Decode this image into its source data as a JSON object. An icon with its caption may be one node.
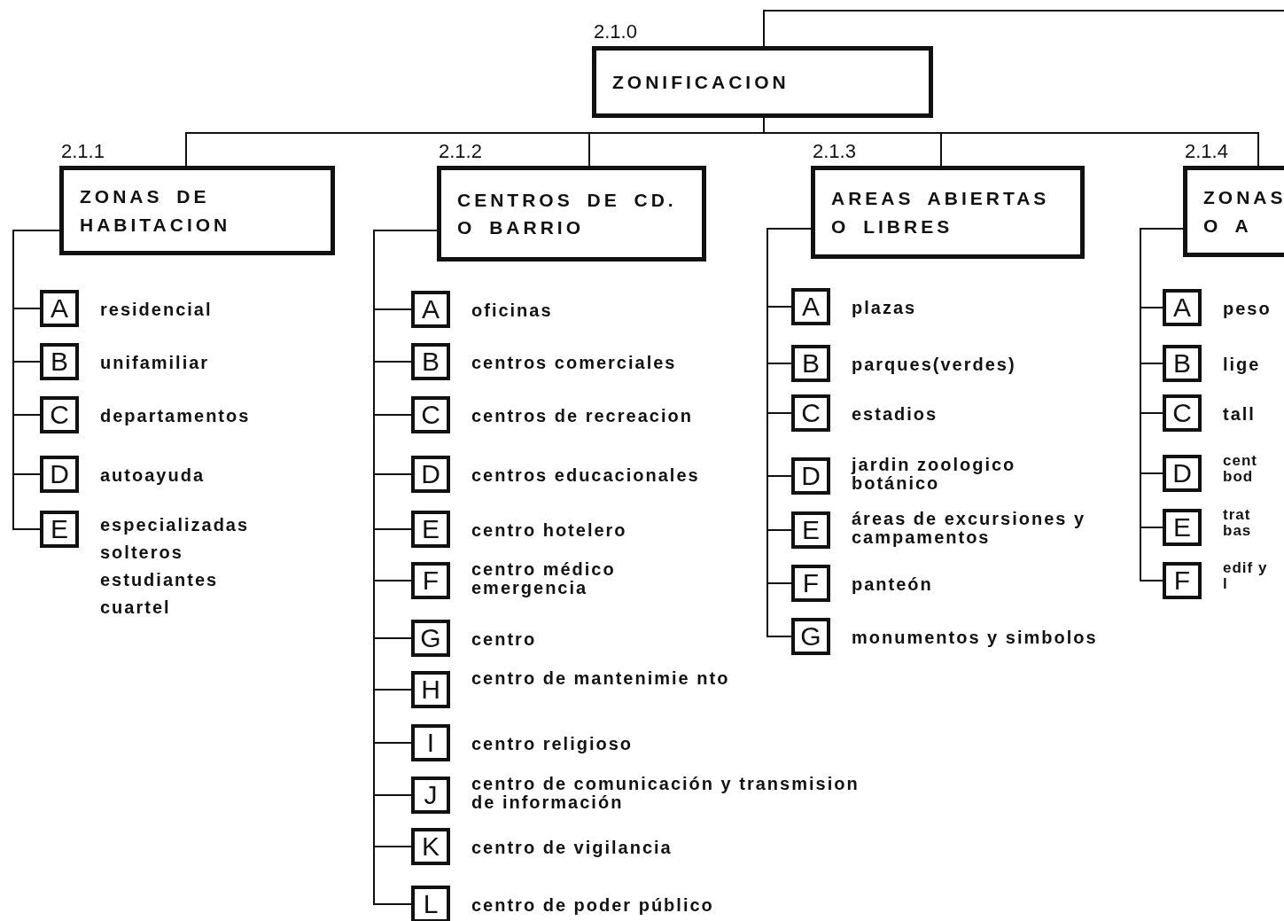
{
  "diagram": {
    "nodes": [
      {
        "text": [
          "2.1.0",
          "ZONIFICACION"
        ]
      },
      {
        "text": [
          "2.1.1",
          "ZONAS DE HABITACION"
        ]
      },
      {
        "text": [
          "A"
        ],
        "beside": [
          "residencial"
        ]
      },
      {
        "text": [
          "B"
        ],
        "beside": [
          "unifamiliar"
        ]
      },
      {
        "text": [
          "C"
        ],
        "beside": [
          "departamentos"
        ]
      },
      {
        "text": [
          "D"
        ],
        "beside": [
          "autoayuda"
        ]
      },
      {
        "text": [
          "E"
        ],
        "beside": [
          "especializadas",
          "solteros",
          "estudiantes",
          "cuartel"
        ]
      },
      {
        "text": [
          "2.1.2",
          "CENTROS DE CD. O BARRIO"
        ]
      },
      {
        "text": [
          "A"
        ],
        "beside": [
          "oficinas"
        ]
      },
      {
        "text": [
          "B"
        ],
        "beside": [
          "centros comerciales"
        ]
      },
      {
        "text": [
          "C"
        ],
        "beside": [
          "centros de recreacion"
        ]
      },
      {
        "text": [
          "D"
        ],
        "beside": [
          "centros educacionales"
        ]
      },
      {
        "text": [
          "E"
        ],
        "beside": [
          "centro hotelero"
        ]
      },
      {
        "text": [
          "F"
        ],
        "beside": [
          "centro médico emergencia"
        ]
      },
      {
        "text": [
          "G"
        ],
        "beside": [
          "centro"
        ]
      },
      {
        "text": [
          "H"
        ],
        "beside": [
          "centro de mantenimie nto"
        ]
      },
      {
        "text": [
          "I"
        ],
        "beside": [
          "centro religioso"
        ]
      },
      {
        "text": [
          "J"
        ],
        "beside": [
          "centro de comunicación y transmision de información"
        ]
      },
      {
        "text": [
          "K"
        ],
        "beside": [
          "centro de vigilancia"
        ]
      },
      {
        "text": [
          "L"
        ],
        "beside": [
          "centro de poder público"
        ]
      },
      {
        "text": [
          "2.1.3",
          "AREAS ABIERTAS O LIBRES"
        ]
      },
      {
        "text": [
          "A"
        ],
        "beside": [
          "plazas"
        ]
      },
      {
        "text": [
          "B"
        ],
        "beside": [
          "parques(verdes)"
        ]
      },
      {
        "text": [
          "C"
        ],
        "beside": [
          "estadios"
        ]
      },
      {
        "text": [
          "D"
        ],
        "beside": [
          "jardin zoologico botánico"
        ]
      },
      {
        "text": [
          "E"
        ],
        "beside": [
          "áreas de excursiones y campamentos"
        ]
      },
      {
        "text": [
          "F"
        ],
        "beside": [
          "panteón"
        ]
      },
      {
        "text": [
          "G"
        ],
        "beside": [
          "monumentos y simbolos"
        ]
      },
      {
        "text": [
          "2.1.4",
          "ZONAS O A"
        ]
      },
      {
        "text": [
          "A"
        ],
        "beside": [
          "peso"
        ]
      },
      {
        "text": [
          "B"
        ],
        "beside": [
          "lige"
        ]
      },
      {
        "text": [
          "C"
        ],
        "beside": [
          "tall"
        ]
      },
      {
        "text": [
          "D"
        ],
        "beside": [
          "cent bod"
        ]
      },
      {
        "text": [
          "E"
        ],
        "beside": [
          "trat bas"
        ]
      },
      {
        "text": [
          "F"
        ],
        "beside": [
          "edif y l"
        ]
      }
    ],
    "edges": [
      {
        "from": 0,
        "to": null,
        "arrow": "none"
      },
      {
        "from": 0,
        "to": 1,
        "arrow": "none"
      },
      {
        "from": 0,
        "to": 7,
        "arrow": "none"
      },
      {
        "from": 0,
        "to": 20,
        "arrow": "none"
      },
      {
        "from": 0,
        "to": 28,
        "arrow": "none"
      },
      {
        "from": 1,
        "to": 2,
        "arrow": "none"
      },
      {
        "from": 1,
        "to": 3,
        "arrow": "none"
      },
      {
        "from": 1,
        "to": 4,
        "arrow": "none"
      },
      {
        "from": 1,
        "to": 5,
        "arrow": "none"
      },
      {
        "from": 1,
        "to": 6,
        "arrow": "none"
      },
      {
        "from": 7,
        "to": 8,
        "arrow": "none"
      },
      {
        "from": 7,
        "to": 9,
        "arrow": "none"
      },
      {
        "from": 7,
        "to": 10,
        "arrow": "none"
      },
      {
        "from": 7,
        "to": 11,
        "arrow": "none"
      },
      {
        "from": 7,
        "to": 12,
        "arrow": "none"
      },
      {
        "from": 7,
        "to": 13,
        "arrow": "none"
      },
      {
        "from": 7,
        "to": 14,
        "arrow": "none"
      },
      {
        "from": 7,
        "to": 15,
        "arrow": "none"
      },
      {
        "from": 7,
        "to": 16,
        "arrow": "none"
      },
      {
        "from": 7,
        "to": 17,
        "arrow": "none"
      },
      {
        "from": 7,
        "to": 18,
        "arrow": "none"
      },
      {
        "from": 7,
        "to": 19,
        "arrow": "none"
      },
      {
        "from": 20,
        "to": 21,
        "arrow": "none"
      },
      {
        "from": 20,
        "to": 22,
        "arrow": "none"
      },
      {
        "from": 20,
        "to": 23,
        "arrow": "none"
      },
      {
        "from": 20,
        "to": 24,
        "arrow": "none"
      },
      {
        "from": 20,
        "to": 25,
        "arrow": "none"
      },
      {
        "from": 20,
        "to": 26,
        "arrow": "none"
      },
      {
        "from": 20,
        "to": 27,
        "arrow": "none"
      },
      {
        "from": 28,
        "to": 29,
        "arrow": "none"
      },
      {
        "from": 28,
        "to": 30,
        "arrow": "none"
      },
      {
        "from": 28,
        "to": 31,
        "arrow": "none"
      },
      {
        "from": 28,
        "to": 32,
        "arrow": "none"
      },
      {
        "from": 28,
        "to": 33,
        "arrow": "none"
      },
      {
        "from": 28,
        "to": 34,
        "arrow": "none"
      }
    ]
  }
}
